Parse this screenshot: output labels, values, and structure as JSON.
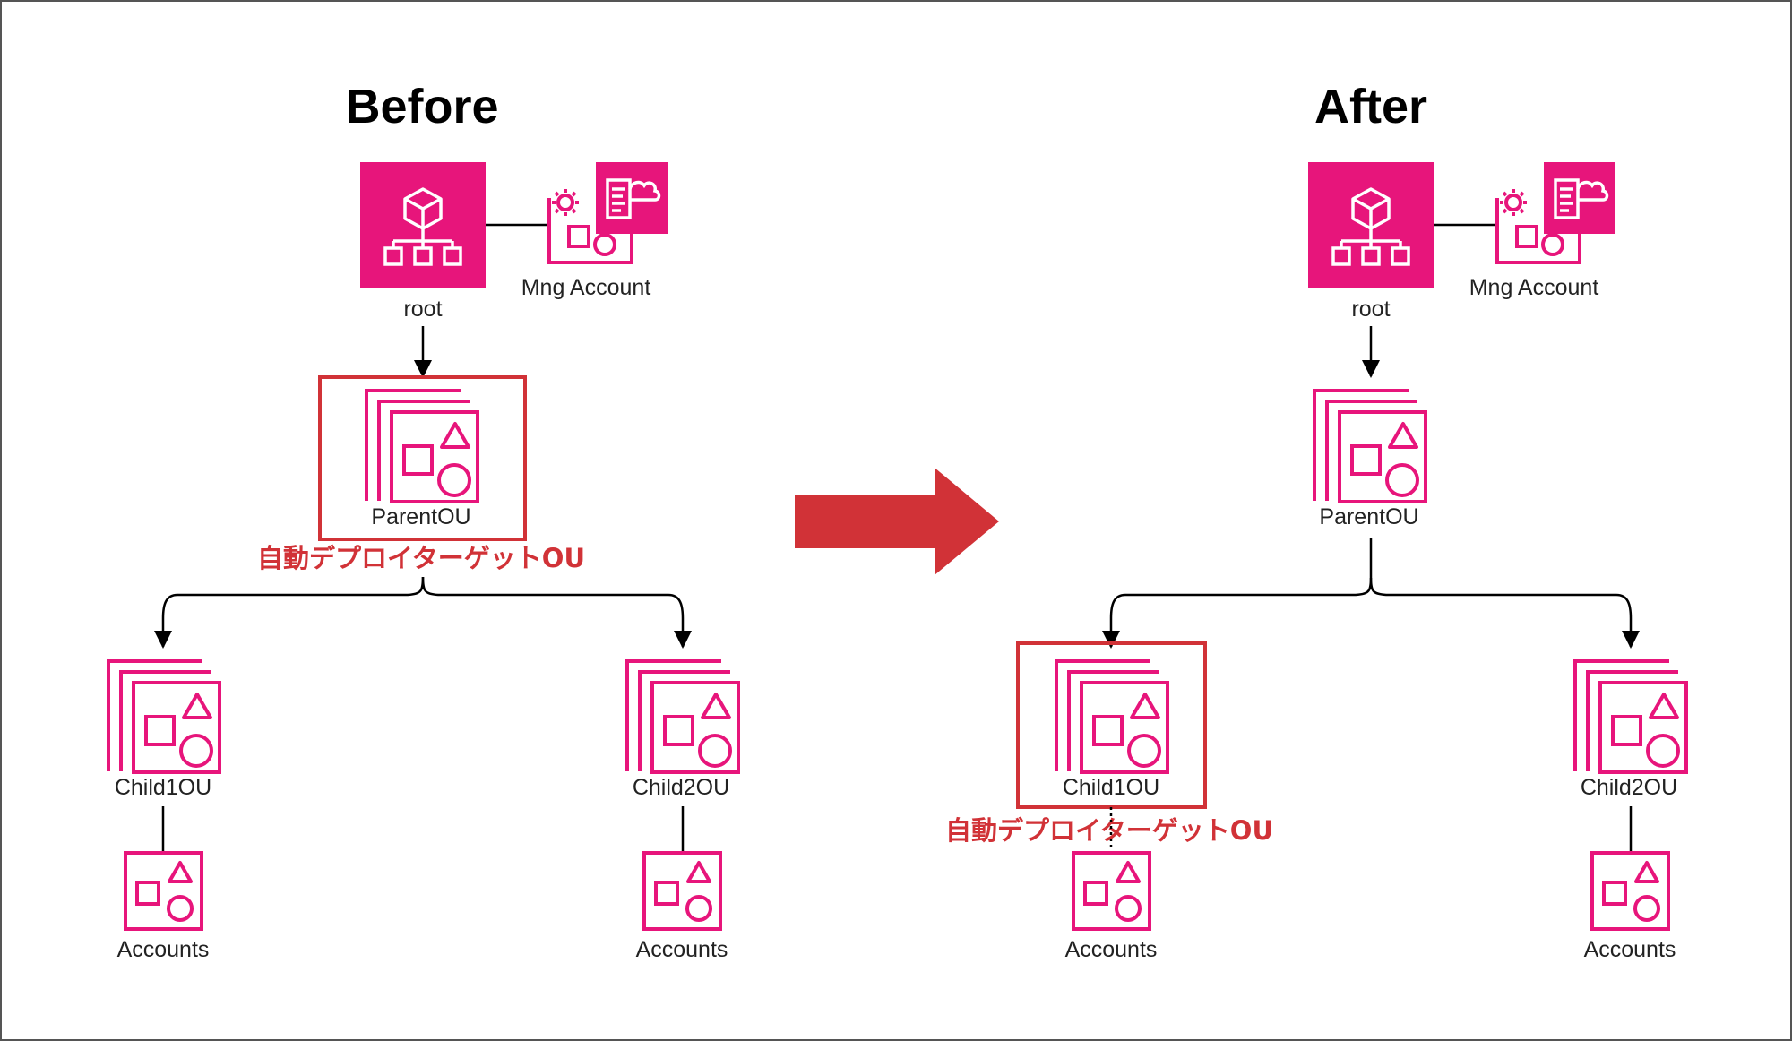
{
  "before": {
    "heading": "Before",
    "root_label": "root",
    "mng_label": "Mng Account",
    "parent_label": "ParentOU",
    "child1_label": "Child1OU",
    "child2_label": "Child2OU",
    "accounts1_label": "Accounts",
    "accounts2_label": "Accounts",
    "callout": "自動デプロイターゲットOU"
  },
  "after": {
    "heading": "After",
    "root_label": "root",
    "mng_label": "Mng Account",
    "parent_label": "ParentOU",
    "child1_label": "Child1OU",
    "child2_label": "Child2OU",
    "accounts1_label": "Accounts",
    "accounts2_label": "Accounts",
    "callout": "自動デプロイターゲットOU"
  },
  "colors": {
    "icon": "#e7157b",
    "highlight": "#d13237",
    "transition_arrow": "#d13237"
  },
  "icons": {
    "root": "organizations-root-icon",
    "mng_account": "management-account-icon",
    "ou": "organizational-unit-icon",
    "accounts": "account-icon",
    "transition": "right-arrow-icon"
  }
}
